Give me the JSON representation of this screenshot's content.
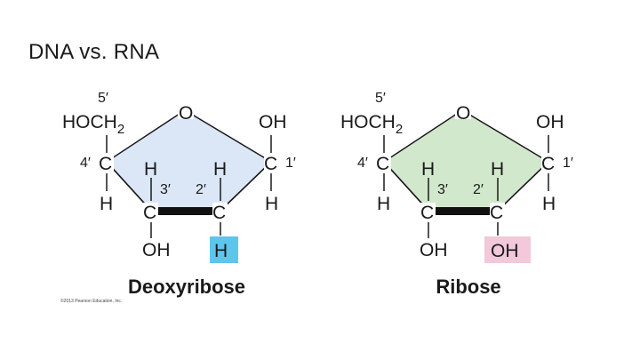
{
  "title": "DNA vs. RNA",
  "copyright": "©2013 Pearson Education, Inc.",
  "colors": {
    "deoxyribose_ring_fill": "#dbe7f7",
    "ribose_ring_fill": "#d2e8cc",
    "h_highlight": "#5cc6ec",
    "oh_highlight": "#f2c8da"
  },
  "deoxyribose": {
    "name": "Deoxyribose",
    "c5_label": "5′",
    "hoch2_main": "HOCH",
    "hoch2_sub": "2",
    "ring_o": "O",
    "c1_oh": "OH",
    "c1_label": "C",
    "c1_prime": "1′",
    "c1_h": "H",
    "c4_prime": "4′",
    "c4_label": "C",
    "c4_h": "H",
    "c3_h_top": "H",
    "c3_prime": "3′",
    "c2_h_top": "H",
    "c2_prime": "2′",
    "c3_label": "C",
    "c2_label": "C",
    "c3_oh": "OH",
    "c2_sub": "H"
  },
  "ribose": {
    "name": "Ribose",
    "c5_label": "5′",
    "hoch2_main": "HOCH",
    "hoch2_sub": "2",
    "ring_o": "O",
    "c1_oh": "OH",
    "c1_label": "C",
    "c1_prime": "1′",
    "c1_h": "H",
    "c4_prime": "4′",
    "c4_label": "C",
    "c4_h": "H",
    "c3_h_top": "H",
    "c3_prime": "3′",
    "c2_h_top": "H",
    "c2_prime": "2′",
    "c3_label": "C",
    "c2_label": "C",
    "c3_oh": "OH",
    "c2_sub": "OH"
  }
}
